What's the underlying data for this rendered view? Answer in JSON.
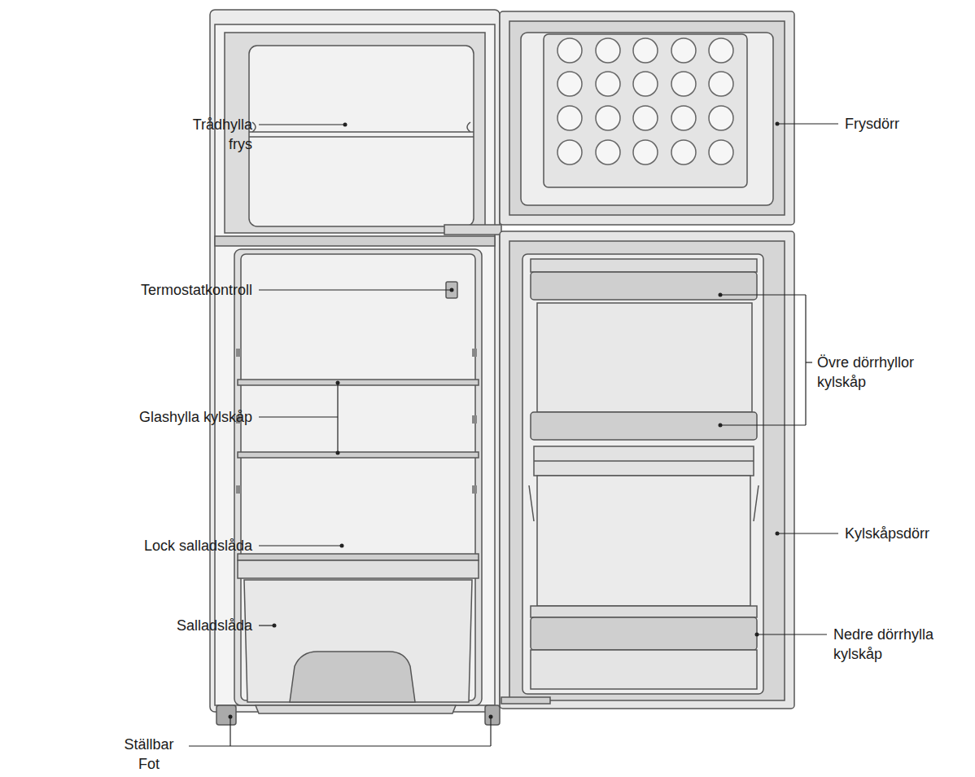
{
  "diagram": {
    "labels": [
      "Trådhylla frys",
      "Termostatkontroll",
      "Glashylla kylskåp",
      "Lock salladslåda",
      "Salladslåda",
      "Ställbar Fot",
      "Frysdörr",
      "Övre dörrhyllor kylskåp",
      "Kylskåpsdörr",
      "Nedre dörrhylla kylskåp"
    ]
  }
}
